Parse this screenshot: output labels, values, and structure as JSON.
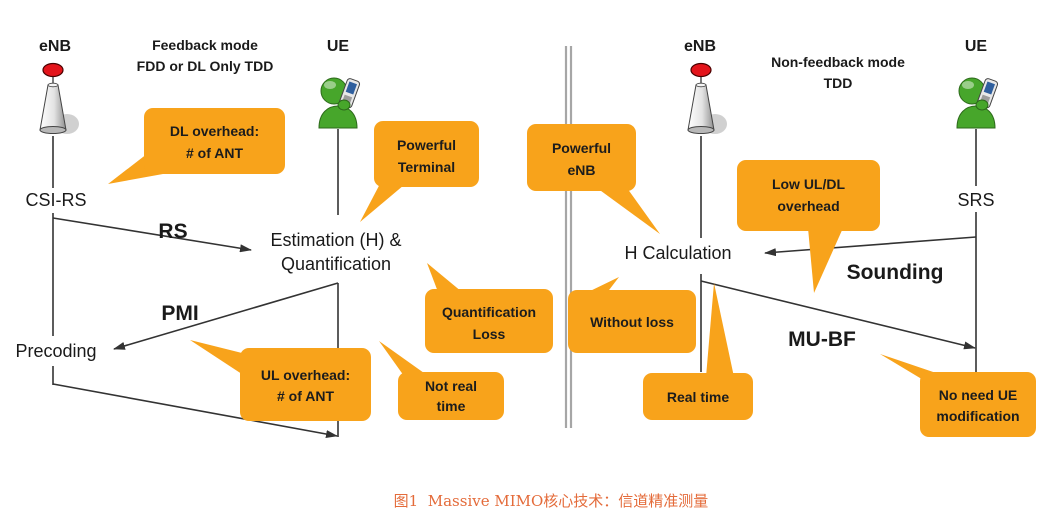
{
  "colors": {
    "callout_fill": "#f8a31b",
    "callout_text": "#1c1c1c",
    "line": "#333333",
    "divider": "#a6a6a6",
    "enb_light_red": "#e3141b",
    "ue_icon_green": "#47a62b",
    "caption": "#e46b3a"
  },
  "icons": {
    "enb": "enb-antenna-icon",
    "ue": "ue-user-phone-icon"
  },
  "feedback_mode": {
    "enb_label": "eNB",
    "ue_label": "UE",
    "title": [
      "Feedback mode",
      "FDD or DL Only TDD"
    ],
    "enb_csi_rs": "CSI-RS",
    "ue_estimation": [
      "Estimation (H) &",
      "Quantification"
    ],
    "enb_precoding": "Precoding",
    "arrow_rs": "RS",
    "arrow_pmi": "PMI",
    "callouts": {
      "dl_overhead": [
        "DL overhead:",
        "# of ANT"
      ],
      "powerful_terminal": [
        "Powerful",
        "Terminal"
      ],
      "quantification_loss": [
        "Quantification",
        "Loss"
      ],
      "ul_overhead": [
        "UL overhead:",
        "# of ANT"
      ],
      "not_real_time": [
        "Not real",
        "time"
      ]
    }
  },
  "non_feedback_mode": {
    "enb_label": "eNB",
    "ue_label": "UE",
    "title": [
      "Non-feedback mode",
      "TDD"
    ],
    "ue_srs": "SRS",
    "enb_h_calculation": "H Calculation",
    "arrow_sounding": "Sounding",
    "arrow_mu_bf": "MU-BF",
    "callouts": {
      "powerful_enb": [
        "Powerful",
        "eNB"
      ],
      "low_overhead": [
        "Low UL/DL",
        "overhead"
      ],
      "without_loss": [
        "Without loss"
      ],
      "real_time": [
        "Real time"
      ],
      "no_ue_modification": [
        "No need UE",
        "modification"
      ]
    }
  },
  "caption": "图1  Massive MIMO核心技术：信道精准测量"
}
